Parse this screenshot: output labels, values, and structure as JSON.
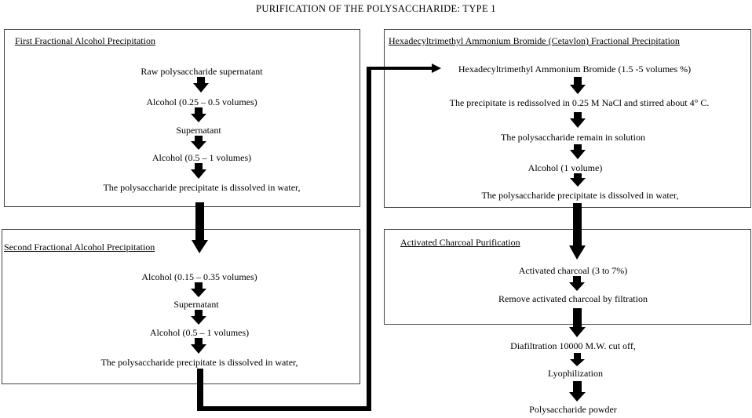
{
  "title": "PURIFICATION OF THE POLYSACCHARIDE: TYPE 1",
  "boxes": {
    "first": {
      "title": "First Fractional Alcohol Precipitation",
      "steps": [
        "Raw polysaccharide supernatant",
        "Alcohol (0.25 – 0.5 volumes)",
        "Supernatant",
        "Alcohol (0.5 – 1 volumes)",
        "The polysaccharide precipitate is dissolved in water,"
      ]
    },
    "second": {
      "title": "Second Fractional Alcohol Precipitation",
      "steps": [
        "Alcohol (0.15 – 0.35 volumes)",
        "Supernatant",
        "Alcohol (0.5 – 1 volumes)",
        "The polysaccharide precipitate is dissolved in water,"
      ]
    },
    "cetavlon": {
      "title": "Hexadecyltrimethyl Ammonium Bromide (Cetavlon) Fractional Precipitation",
      "steps": [
        "Hexadecyltrimethyl Ammonium Bromide (1.5 -5 volumes %)",
        "The precipitate is redissolved in 0.25 M NaCl and stirred about 4° C.",
        "The polysaccharide remain in solution",
        "Alcohol (1 volume)",
        "The polysaccharide precipitate is dissolved in water,"
      ]
    },
    "charcoal": {
      "title": "Activated Charcoal Purification",
      "steps": [
        "Activated charcoal (3 to 7%)",
        "Remove activated charcoal by filtration"
      ]
    }
  },
  "final_steps": [
    "Diafiltration 10000 M.W. cut off,",
    "Lyophilization",
    "Polysaccharide powder"
  ],
  "colors": {
    "arrow": "#000000",
    "box_border": "#444444"
  }
}
